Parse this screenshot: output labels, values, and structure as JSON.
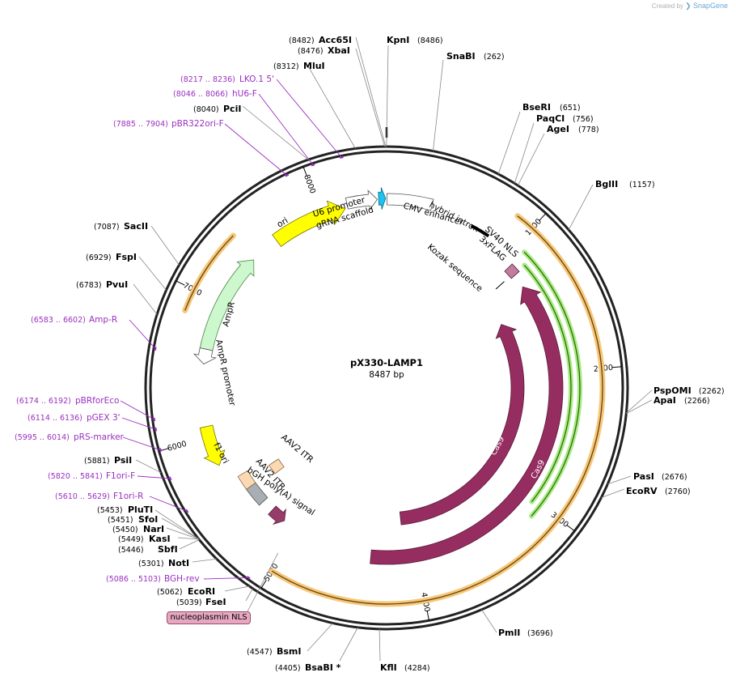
{
  "credit": {
    "prefix": "Created by",
    "brand": "SnapGene"
  },
  "plasmid": {
    "name": "pX330-LAMP1",
    "length_label": "8487 bp",
    "length_bp": 8487
  },
  "ticks": [
    {
      "bp": 1000,
      "label": "1000"
    },
    {
      "bp": 2000,
      "label": "2000"
    },
    {
      "bp": 3000,
      "label": "3000"
    },
    {
      "bp": 4000,
      "label": "4000"
    },
    {
      "bp": 5000,
      "label": "5000"
    },
    {
      "bp": 6000,
      "label": "6000"
    },
    {
      "bp": 7000,
      "label": "7000"
    },
    {
      "bp": 8000,
      "label": "8000"
    }
  ],
  "sites": [
    {
      "name": "Acc65I",
      "pos": "(8482)",
      "bp": 8482
    },
    {
      "name": "XbaI",
      "pos": "(8476)",
      "bp": 8476
    },
    {
      "name": "MluI",
      "pos": "(8312)",
      "bp": 8312
    },
    {
      "name": "PciI",
      "pos": "(8040)",
      "bp": 8040
    },
    {
      "name": "KpnI",
      "pos": "(8486)",
      "bp": 8486
    },
    {
      "name": "SnaBI",
      "pos": "(262)",
      "bp": 262
    },
    {
      "name": "BseRI",
      "pos": "(651)",
      "bp": 651
    },
    {
      "name": "PaqCI",
      "pos": "(756)",
      "bp": 756
    },
    {
      "name": "AgeI",
      "pos": "(778)",
      "bp": 778
    },
    {
      "name": "BglII",
      "pos": "(1157)",
      "bp": 1157
    },
    {
      "name": "PspOMI",
      "pos": "(2262)",
      "bp": 2262
    },
    {
      "name": "ApaI",
      "pos": "(2266)",
      "bp": 2266
    },
    {
      "name": "PasI",
      "pos": "(2676)",
      "bp": 2676
    },
    {
      "name": "EcoRV",
      "pos": "(2760)",
      "bp": 2760
    },
    {
      "name": "PmlI",
      "pos": "(3696)",
      "bp": 3696
    },
    {
      "name": "KflI",
      "pos": "(4284)",
      "bp": 4284
    },
    {
      "name": "BsaBI *",
      "pos": "(4405)",
      "bp": 4405
    },
    {
      "name": "BsmI",
      "pos": "(4547)",
      "bp": 4547
    },
    {
      "name": "FseI",
      "pos": "(5039)",
      "bp": 5039
    },
    {
      "name": "EcoRI",
      "pos": "(5062)",
      "bp": 5062
    },
    {
      "name": "NotI",
      "pos": "(5301)",
      "bp": 5301
    },
    {
      "name": "SbfI",
      "pos": "(5446)",
      "bp": 5446
    },
    {
      "name": "KasI",
      "pos": "(5449)",
      "bp": 5449
    },
    {
      "name": "NarI",
      "pos": "(5450)",
      "bp": 5450
    },
    {
      "name": "SfoI",
      "pos": "(5451)",
      "bp": 5451
    },
    {
      "name": "PluTI",
      "pos": "(5453)",
      "bp": 5453
    },
    {
      "name": "PsiI",
      "pos": "(5881)",
      "bp": 5881
    },
    {
      "name": "PvuI",
      "pos": "(6783)",
      "bp": 6783
    },
    {
      "name": "FspI",
      "pos": "(6929)",
      "bp": 6929
    },
    {
      "name": "SacII",
      "pos": "(7087)",
      "bp": 7087
    }
  ],
  "primers": [
    {
      "name": "LKO.1 5'",
      "range": "(8217 .. 8236)",
      "bp": 8226
    },
    {
      "name": "hU6-F",
      "range": "(8046 .. 8066)",
      "bp": 8056
    },
    {
      "name": "pBR322ori-F",
      "range": "(7885 .. 7904)",
      "bp": 7894
    },
    {
      "name": "Amp-R",
      "range": "(6583 .. 6602)",
      "bp": 6592
    },
    {
      "name": "pBRforEco",
      "range": "(6174 .. 6192)",
      "bp": 6183
    },
    {
      "name": "pGEX 3'",
      "range": "(6114 .. 6136)",
      "bp": 6125
    },
    {
      "name": "pRS-marker",
      "range": "(5995 .. 6014)",
      "bp": 6004
    },
    {
      "name": "F1ori-F",
      "range": "(5820 .. 5841)",
      "bp": 5830
    },
    {
      "name": "F1ori-R",
      "range": "(5610 .. 5629)",
      "bp": 5619
    },
    {
      "name": "BGH-rev",
      "range": "(5086 .. 5103)",
      "bp": 5094
    }
  ],
  "features": [
    {
      "label": "U6 promoter"
    },
    {
      "label": "gRNA scaffold"
    },
    {
      "label": "CMV enhancer"
    },
    {
      "label": "hybrid intron"
    },
    {
      "label": "SV40 NLS"
    },
    {
      "label": "3xFLAG"
    },
    {
      "label": "Kozak sequence"
    },
    {
      "label": "Cas9"
    },
    {
      "label": "Cas9"
    },
    {
      "label": "ori"
    },
    {
      "label": "AmpR"
    },
    {
      "label": "AmpR promoter"
    },
    {
      "label": "f1 ori"
    },
    {
      "label": "AAV2 ITR"
    },
    {
      "label": "AAV2 ITR"
    },
    {
      "label": "bGH poly(A) signal"
    },
    {
      "label": "nucleoplasmin NLS"
    }
  ],
  "colors": {
    "cas9": "#962d61",
    "ori": "#ffff00",
    "ampr": "#cdf7cd",
    "u6": "#ffffff",
    "gRNA": "#1ec2f0",
    "cmv": "#ffffff",
    "itr": "#fcd9b5",
    "bgh": "#a8aeb3",
    "orange_track": "#f7c778",
    "green_track": "#a9ea86",
    "primer": "#9a2fc0"
  }
}
